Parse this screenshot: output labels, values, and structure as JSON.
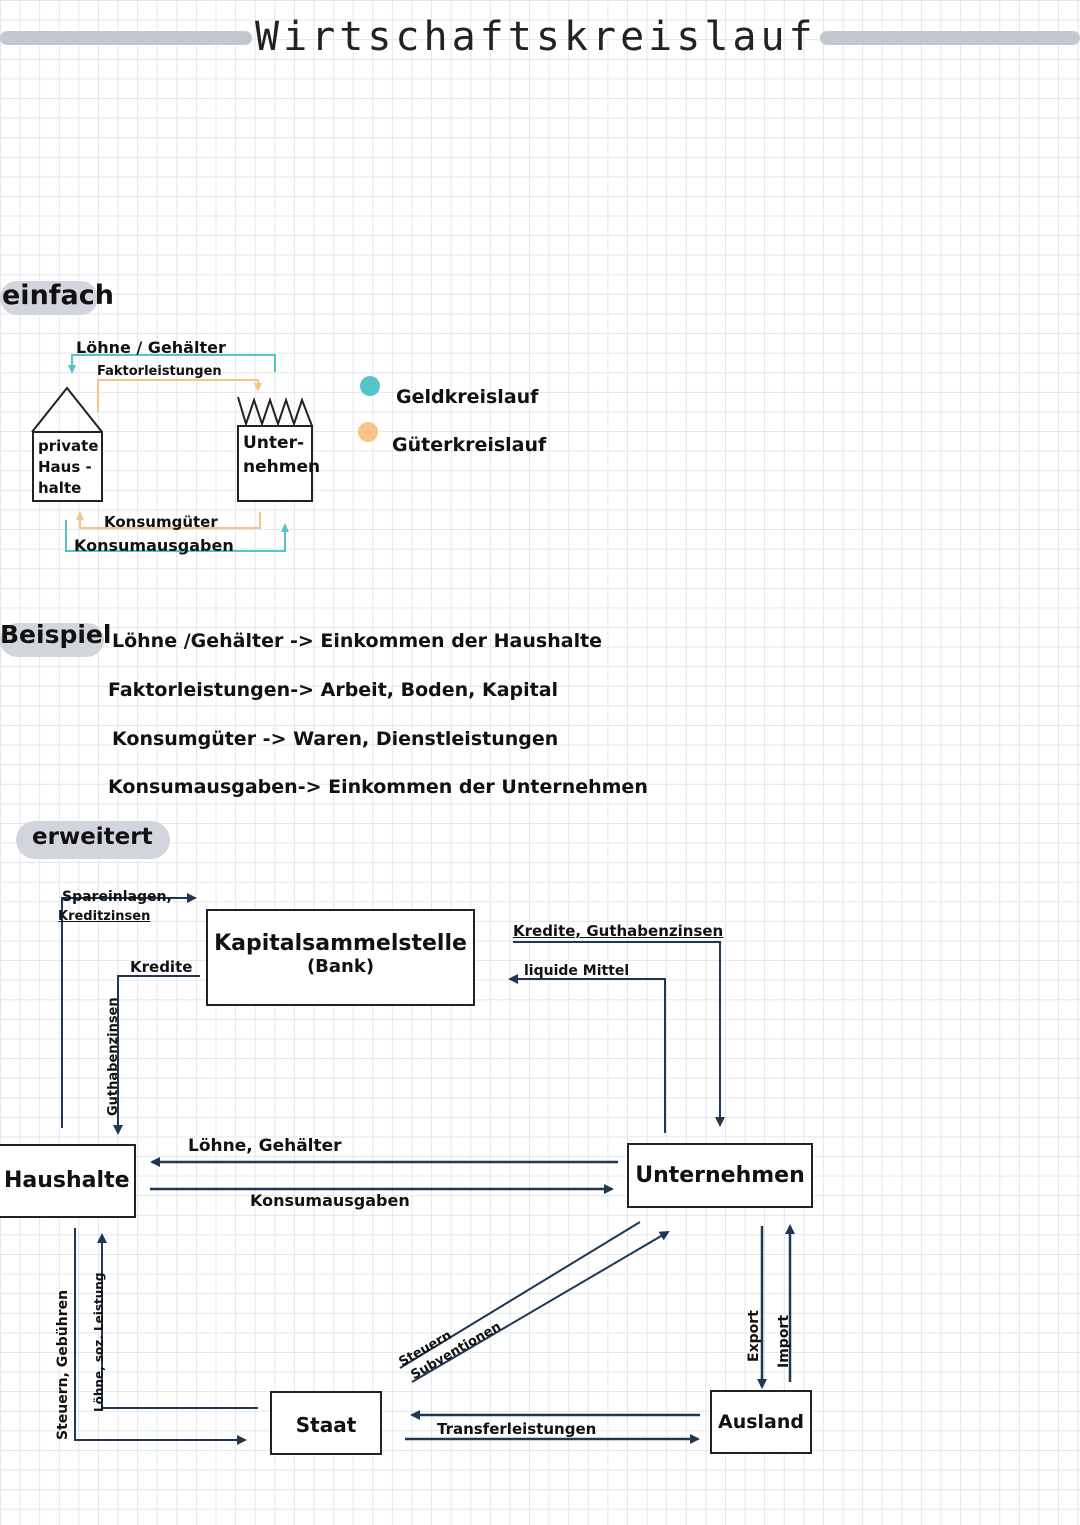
{
  "title": "Wirtschaftskreislauf",
  "colors": {
    "money": "#56c3cb",
    "goods": "#f7c38a",
    "line": "#1e3754",
    "bar": "#c3c7cf"
  },
  "simple": {
    "heading": "einfach",
    "wages": "Löhne / Gehälter",
    "factor": "Faktorleistungen",
    "consumer_goods": "Konsumgüter",
    "consumer_spending": "Konsumausgaben",
    "households": [
      "private",
      "Haus -",
      "halte"
    ],
    "firm": [
      "Unter-",
      "nehmen"
    ]
  },
  "legend": {
    "money": "Geldkreislauf",
    "goods": "Güterkreislauf"
  },
  "example": {
    "heading": "Beispiel",
    "items": [
      "Löhne /Gehälter -> Einkommen der Haushalte",
      "Faktorleistungen-> Arbeit, Boden, Kapital",
      "Konsumgüter -> Waren, Dienstleistungen",
      "Konsumausgaben-> Einkommen der Unternehmen"
    ]
  },
  "extended": {
    "heading": "erweitert",
    "bank": {
      "line1": "Kapitalsammelstelle",
      "line2": "(Bank)"
    },
    "households": "Haushalte",
    "firms": "Unternehmen",
    "state": "Staat",
    "abroad": "Ausland",
    "labels": {
      "savings": "Spareinlagen,",
      "credit_interest": "Kreditzinsen",
      "credits": "Kredite",
      "deposit_interest": "Guthabenzinsen",
      "credits_interest_right": "Kredite, Guthabenzinsen",
      "liquid": "liquide Mittel",
      "wages": "Löhne, Gehälter",
      "spending": "Konsumausgaben",
      "taxes_fees": "Steuern, Gebühren",
      "wages_social": "Löhne, soz. Leistung",
      "taxes": "Steuern",
      "subsidies": "Subventionen",
      "transfers": "Transferleistungen",
      "export": "Export",
      "import": "Import"
    }
  }
}
